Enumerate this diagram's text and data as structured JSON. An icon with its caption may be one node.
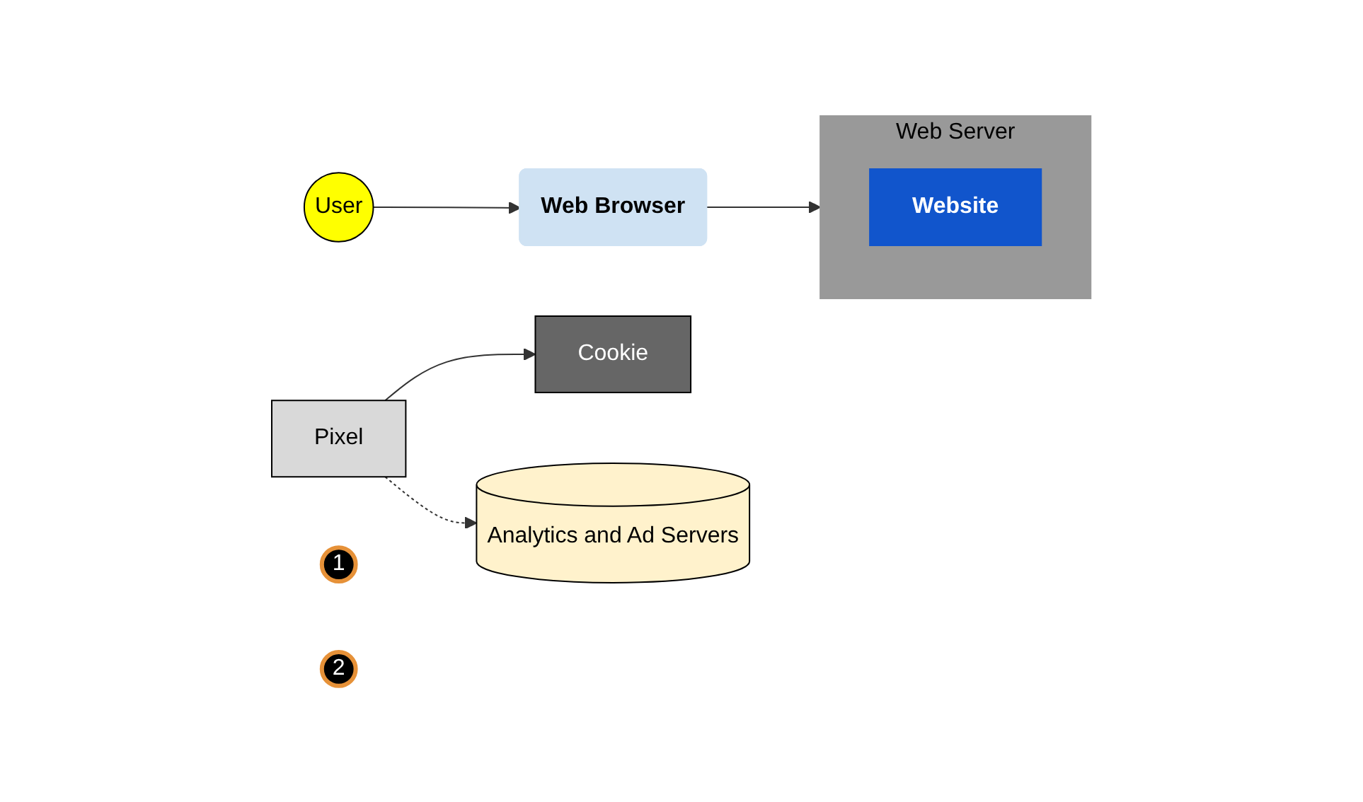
{
  "diagram": {
    "nodes": [
      {
        "text": [
          "User"
        ]
      },
      {
        "text": [
          "Web Browser"
        ]
      },
      {
        "text": [
          "Web Server"
        ]
      },
      {
        "text": [
          "Website"
        ],
        "in": 2
      },
      {
        "text": [
          "Pixel"
        ]
      },
      {
        "text": [
          "Cookie"
        ]
      },
      {
        "text": [
          "Analytics and Ad Servers"
        ]
      },
      {
        "text": [
          "1"
        ]
      },
      {
        "text": [
          "2"
        ]
      }
    ],
    "edges": [
      {
        "from": 0,
        "to": 1,
        "arrow": "to"
      },
      {
        "from": 1,
        "to": 2,
        "arrow": "to"
      },
      {
        "from": 4,
        "to": 5,
        "arrow": "to"
      },
      {
        "from": 4,
        "to": 6,
        "arrow": "to",
        "style": "dashed"
      }
    ]
  }
}
